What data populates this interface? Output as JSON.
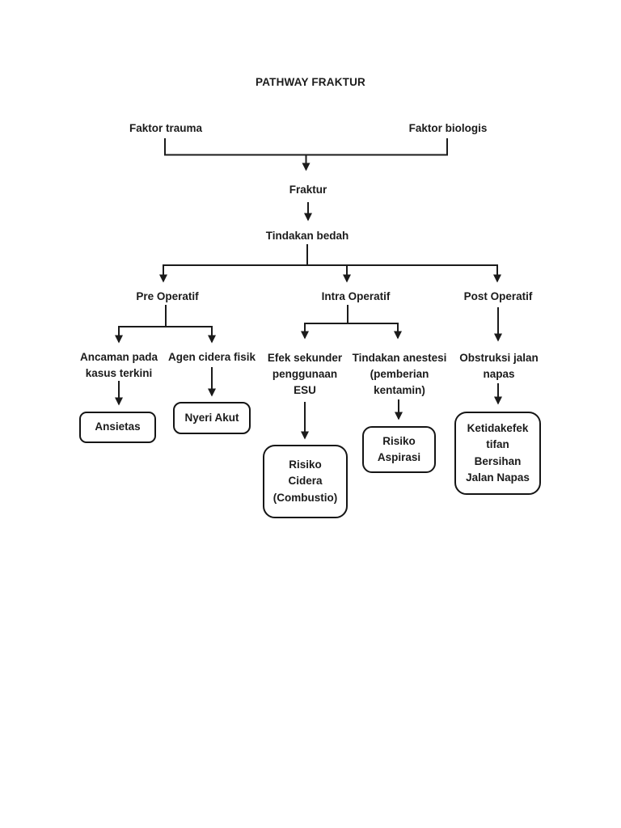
{
  "page": {
    "background": "#ffffff",
    "ink": "#1b1b1b"
  },
  "diagram": {
    "title": "PATHWAY FRAKTUR",
    "nodes": {
      "faktor_trauma": {
        "lines": [
          "Faktor trauma"
        ]
      },
      "faktor_biologis": {
        "lines": [
          "Faktor biologis"
        ]
      },
      "fraktur": {
        "lines": [
          "Fraktur"
        ]
      },
      "tindakan_bedah": {
        "lines": [
          "Tindakan bedah"
        ]
      },
      "pre_operatif": {
        "lines": [
          "Pre Operatif"
        ]
      },
      "intra_operatif": {
        "lines": [
          "Intra Operatif"
        ]
      },
      "post_operatif": {
        "lines": [
          "Post Operatif"
        ]
      },
      "ancaman": {
        "lines": [
          "Ancaman pada",
          "kasus terkini"
        ]
      },
      "agen_cidera": {
        "lines": [
          "Agen cidera fisik"
        ]
      },
      "efek_sekunder": {
        "lines": [
          "Efek sekunder",
          "penggunaan",
          "ESU"
        ]
      },
      "tindakan_anestesi": {
        "lines": [
          "Tindakan anestesi",
          "(pemberian",
          "kentamin)"
        ]
      },
      "obstruksi": {
        "lines": [
          "Obstruksi jalan",
          "napas"
        ]
      }
    },
    "outcomes": {
      "ansietas": {
        "lines": [
          "Ansietas"
        ]
      },
      "nyeri_akut": {
        "lines": [
          "Nyeri Akut"
        ]
      },
      "risiko_cidera": {
        "lines": [
          "Risiko",
          "Cidera",
          "(Combustio)"
        ]
      },
      "risiko_aspirasi": {
        "lines": [
          "Risiko",
          "Aspirasi"
        ]
      },
      "ketidakefektifan": {
        "lines": [
          "Ketidakefek",
          "tifan",
          "Bersihan",
          "Jalan Napas"
        ]
      }
    }
  }
}
